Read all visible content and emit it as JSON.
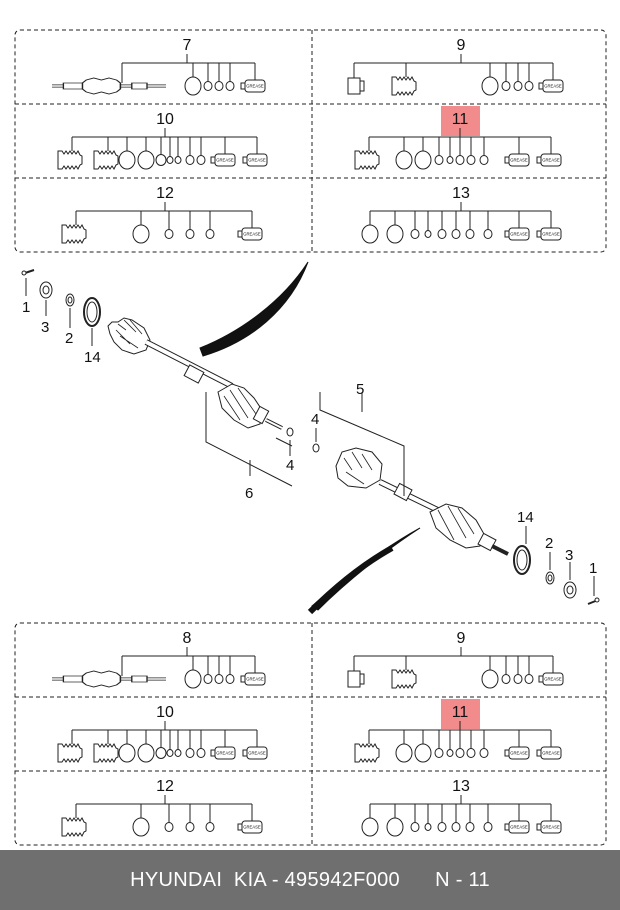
{
  "kit_panels": [
    {
      "cells": [
        {
          "label": "7",
          "highlight": false
        },
        {
          "label": "9",
          "highlight": false
        },
        {
          "label": "10",
          "highlight": false
        },
        {
          "label": "11",
          "highlight": true
        },
        {
          "label": "12",
          "highlight": false
        },
        {
          "label": "13",
          "highlight": false
        }
      ]
    },
    {
      "cells": [
        {
          "label": "8",
          "highlight": false
        },
        {
          "label": "9",
          "highlight": false
        },
        {
          "label": "10",
          "highlight": false
        },
        {
          "label": "11",
          "highlight": true
        },
        {
          "label": "12",
          "highlight": false
        },
        {
          "label": "13",
          "highlight": false
        }
      ]
    }
  ],
  "grease_label": "GREASE",
  "callouts": {
    "left_1": "1",
    "left_3": "3",
    "left_2": "2",
    "left_14": "14",
    "mid_4a": "4",
    "mid_6": "6",
    "mid_4b": "4",
    "mid_5": "5",
    "right_14": "14",
    "right_2": "2",
    "right_3": "3",
    "right_1": "1"
  },
  "footer_text": "HYUNDAI  KIA - 495942F000      N - 11",
  "colors": {
    "highlight": "#f28b8b",
    "footer_bg": "#6f6f6f",
    "footer_text": "#ffffff",
    "line": "#222222"
  }
}
